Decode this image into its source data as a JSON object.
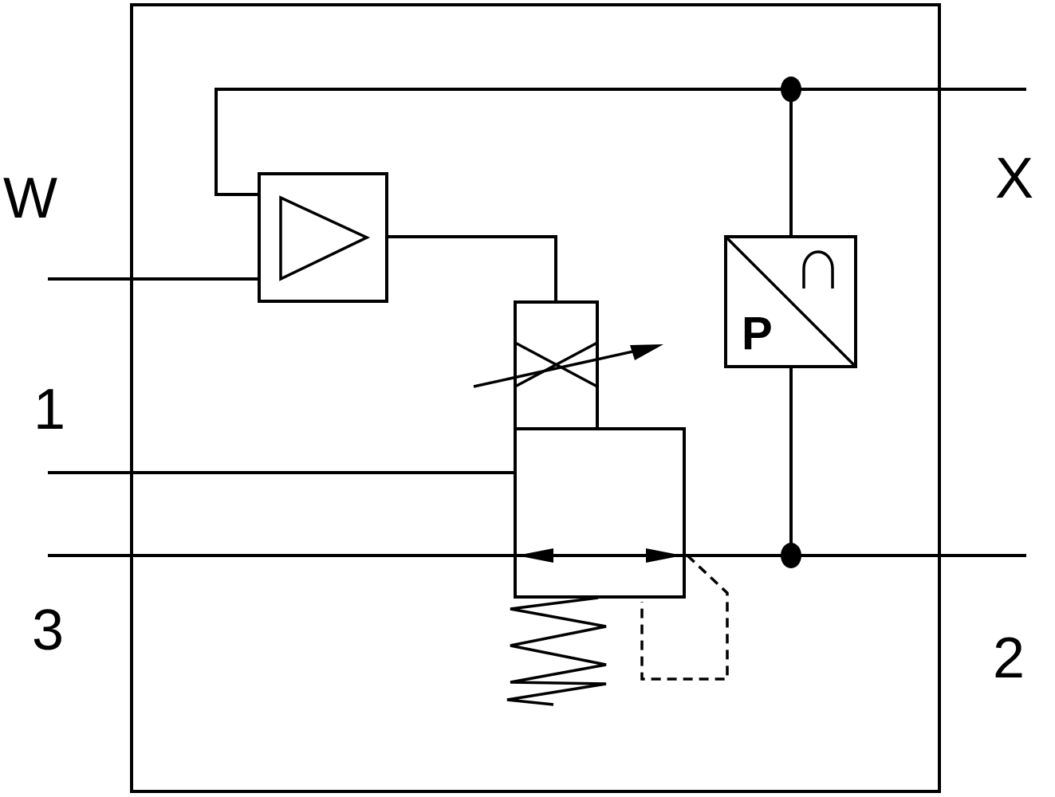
{
  "ports": {
    "w": "W",
    "x": "X",
    "one": "1",
    "two": "2",
    "three": "3"
  },
  "transducer": {
    "label": "P"
  }
}
